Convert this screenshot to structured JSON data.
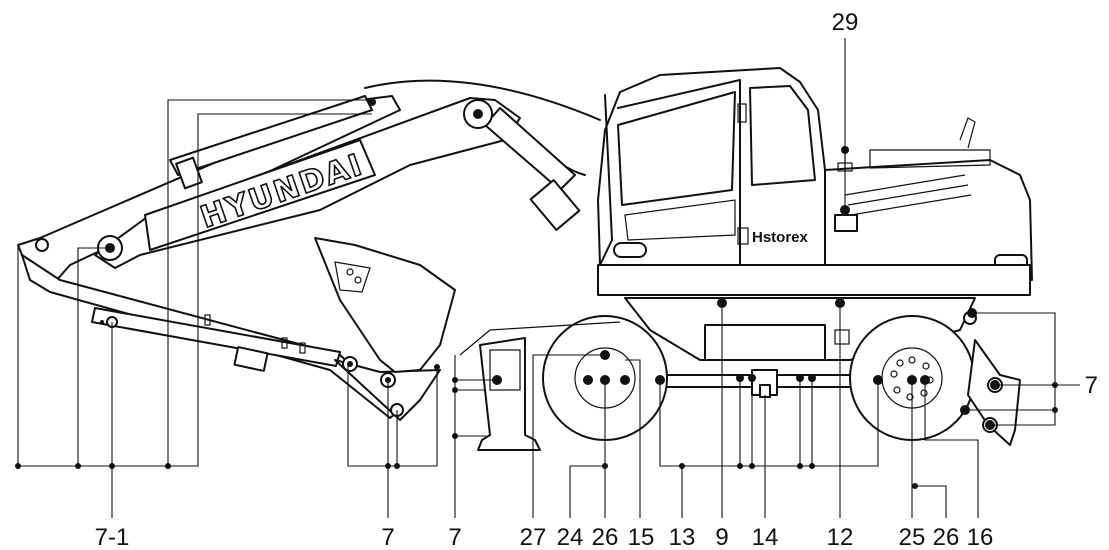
{
  "diagram": {
    "brand_text": "HYUNDAI",
    "cab_badge": "Hstorex",
    "callouts": {
      "top": "29",
      "right": "7",
      "bottom": [
        "7-1",
        "7",
        "7",
        "27",
        "24",
        "26",
        "15",
        "13",
        "9",
        "14",
        "12",
        "25",
        "26",
        "16"
      ]
    }
  },
  "colors": {
    "ink": "#111111",
    "background": "#ffffff"
  }
}
